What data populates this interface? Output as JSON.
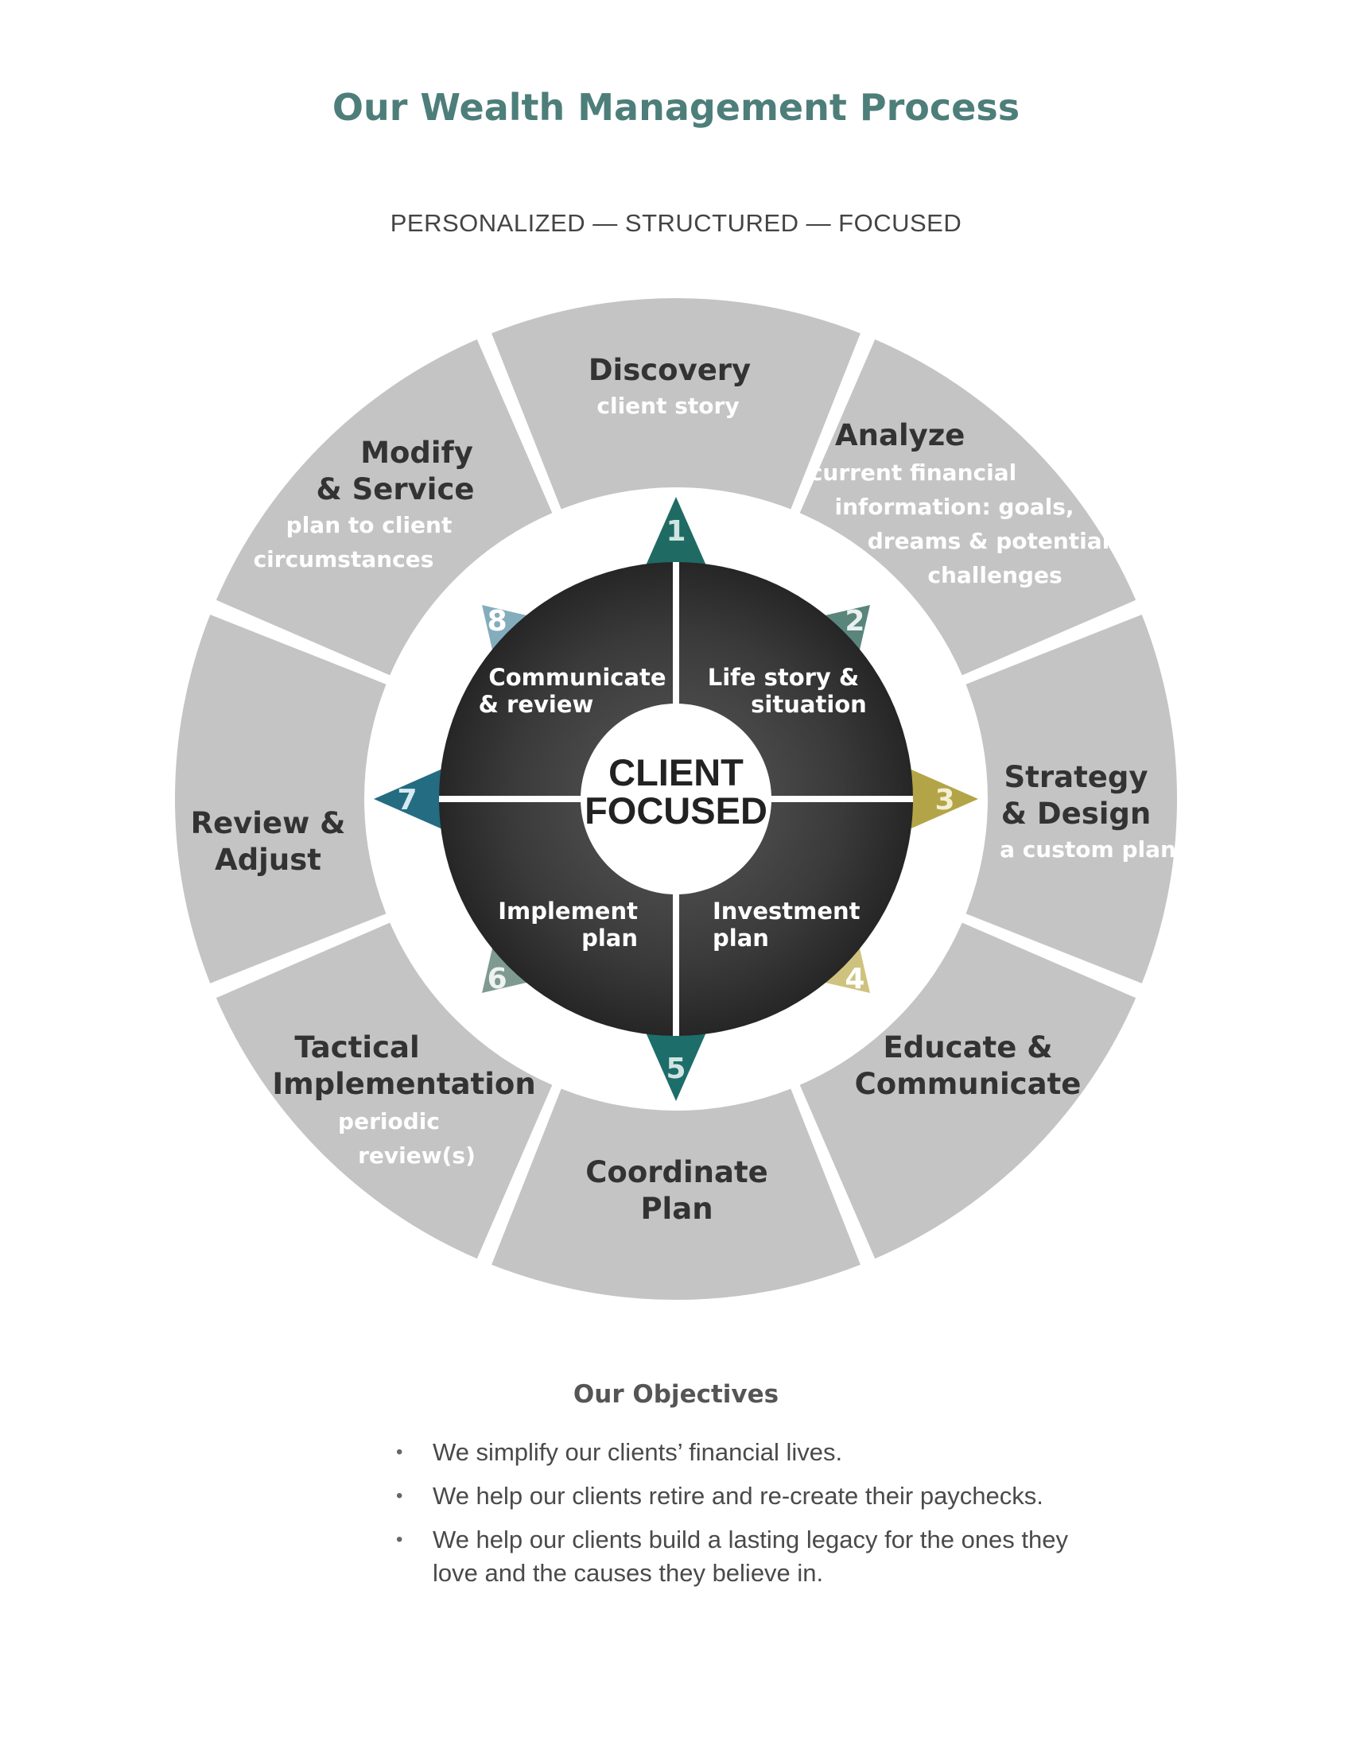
{
  "title": "Our Wealth Management Process",
  "subtitle": "PERSONALIZED — STRUCTURED — FOCUSED",
  "ring_segments": [
    {
      "title": [
        "Discovery"
      ],
      "subtitle": [
        "client story"
      ]
    },
    {
      "title": [
        "Analyze"
      ],
      "subtitle": [
        "current financial",
        "information: goals,",
        "dreams & potential",
        "challenges"
      ]
    },
    {
      "title": [
        "Strategy",
        "& Design"
      ],
      "subtitle": [
        "a custom plan"
      ]
    },
    {
      "title": [
        "Educate &",
        "Communicate"
      ],
      "subtitle": []
    },
    {
      "title": [
        "Coordinate",
        "Plan"
      ],
      "subtitle": []
    },
    {
      "title": [
        "Tactical",
        "Implementation"
      ],
      "subtitle": [
        "periodic",
        "review(s)"
      ]
    },
    {
      "title": [
        "Review &",
        "Adjust"
      ],
      "subtitle": []
    },
    {
      "title": [
        "Modify",
        "& Service"
      ],
      "subtitle": [
        "plan to client",
        "circumstances"
      ]
    }
  ],
  "steps": [
    {
      "number": "1",
      "color": "#1f6b64",
      "text_color": "#cfe5e1"
    },
    {
      "number": "2",
      "color": "#5a857b",
      "text_color": "#e8f1ee"
    },
    {
      "number": "3",
      "color": "#b3a447",
      "text_color": "#f3efd3"
    },
    {
      "number": "4",
      "color": "#cfc27f",
      "text_color": "#ffffff"
    },
    {
      "number": "5",
      "color": "#1d6e6a",
      "text_color": "#cfe5e1"
    },
    {
      "number": "6",
      "color": "#7f9a91",
      "text_color": "#eef3f1"
    },
    {
      "number": "7",
      "color": "#236c82",
      "text_color": "#d7eaf1"
    },
    {
      "number": "8",
      "color": "#83adbc",
      "text_color": "#ffffff"
    }
  ],
  "quadrants": [
    {
      "lines": [
        "Life story &",
        "situation"
      ]
    },
    {
      "lines": [
        "Investment",
        "plan"
      ]
    },
    {
      "lines": [
        "Implement",
        "plan"
      ]
    },
    {
      "lines": [
        "Communicate",
        "& review"
      ]
    }
  ],
  "center": {
    "lines": [
      "CLIENT",
      "FOCUSED"
    ]
  },
  "colors": {
    "title": "#4d7e7a",
    "ring": "#c4c4c4",
    "hub": "#3a3a3a"
  },
  "objectives": {
    "title": "Our Objectives",
    "items": [
      "We simplify our clients’ financial lives.",
      "We help our clients retire and re-create their paychecks.",
      "We help our clients build a lasting legacy for the ones they love and the causes they believe in."
    ]
  }
}
